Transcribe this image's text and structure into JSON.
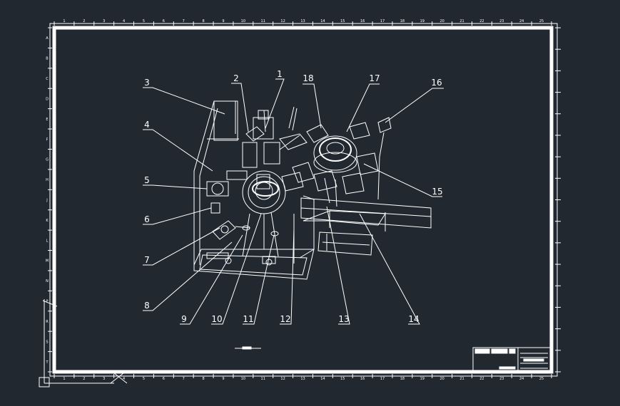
{
  "colors": {
    "background": "#212830",
    "lines": "#ffffff"
  },
  "sheet": {
    "top_ruler": [
      "1",
      "2",
      "3",
      "4",
      "5",
      "6",
      "7",
      "8",
      "9",
      "10",
      "11",
      "12",
      "13",
      "14",
      "15",
      "16",
      "17",
      "18",
      "19",
      "20",
      "21",
      "22",
      "23",
      "24",
      "25"
    ],
    "bottom_ruler": [
      "1",
      "2",
      "3",
      "4",
      "5",
      "6",
      "7",
      "8",
      "9",
      "10",
      "11",
      "12",
      "13",
      "14",
      "15",
      "16",
      "17",
      "18",
      "19",
      "20",
      "21",
      "22",
      "23",
      "24",
      "25"
    ],
    "left_ruler": [
      "A",
      "B",
      "C",
      "D",
      "E",
      "F",
      "G",
      "H",
      "J",
      "K",
      "L",
      "M",
      "N",
      "P",
      "R",
      "S",
      "T"
    ],
    "right_ruler": []
  },
  "callouts": [
    {
      "label": "1"
    },
    {
      "label": "2"
    },
    {
      "label": "3"
    },
    {
      "label": "4"
    },
    {
      "label": "5"
    },
    {
      "label": "6"
    },
    {
      "label": "7"
    },
    {
      "label": "8"
    },
    {
      "label": "9"
    },
    {
      "label": "10"
    },
    {
      "label": "11"
    },
    {
      "label": "12"
    },
    {
      "label": "13"
    },
    {
      "label": "14"
    },
    {
      "label": "15"
    },
    {
      "label": "16"
    },
    {
      "label": "17"
    },
    {
      "label": "18"
    }
  ]
}
